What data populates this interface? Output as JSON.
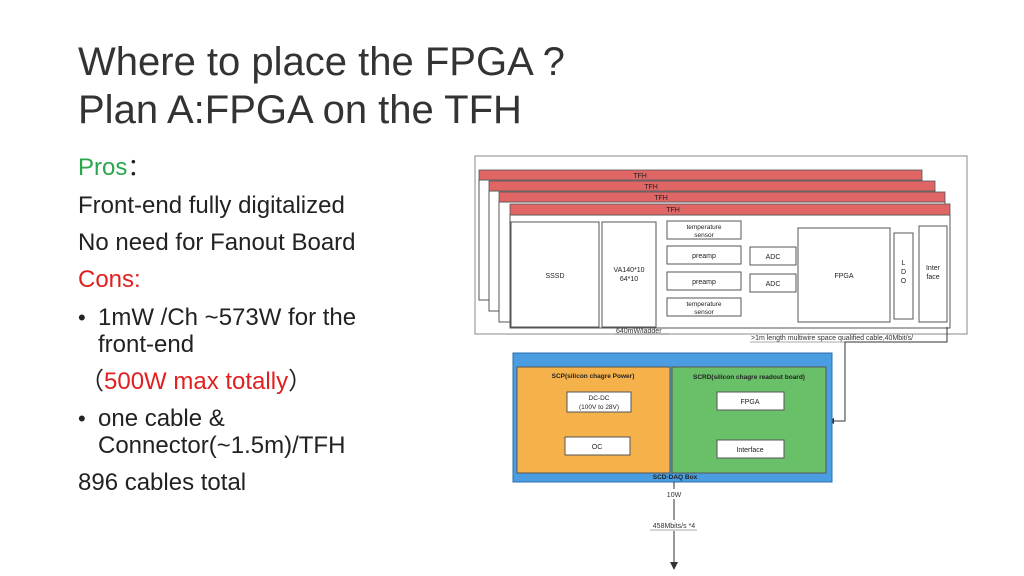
{
  "slide": {
    "title_line1": "Where to place the FPGA ?",
    "title_line2": "Plan A:FPGA on the TFH"
  },
  "content": {
    "pros_label": "Pros",
    "pros_colon": "：",
    "pros_items": [
      "Front-end fully digitalized",
      "No need for Fanout Board"
    ],
    "cons_label": "Cons:",
    "bullet1_line1": "1mW /Ch ~573W  for the",
    "bullet1_line2": "front-end",
    "paren_open": "（",
    "paren_highlight": "500W max totally",
    "paren_close": "）",
    "bullet2_line1": "one cable &",
    "bullet2_line2": "Connector(~1.5m)/TFH",
    "total": "896 cables total",
    "bullet_glyph": "•"
  },
  "diagram": {
    "tfh_labels": [
      "TFH",
      "TFH",
      "TFH",
      "TFH"
    ],
    "sssd": "SSSD",
    "va_line1": "VA140*10",
    "va_line2": "64*10",
    "temp_sensor_line1": "temperature",
    "temp_sensor_line2": "sensor",
    "preamp": "preamp",
    "adc": "ADC",
    "fpga": "FPGA",
    "ldo": [
      "L",
      "D",
      "O"
    ],
    "interface_line1": "Inter",
    "interface_line2": "face",
    "power_label": "640mW/ladder",
    "cable_label": ">1m length multiwire space qualified cable,40Mbit/s/",
    "scp_title": "SCP(silicon chagre Power)",
    "dcdc_line1": "DC-DC",
    "dcdc_line2": "(100V to 28V)",
    "oc": "OC",
    "scrd_title": "SCRD(silicon chagre readout board)",
    "scrd_fpga": "FPGA",
    "scrd_interface": "Interface",
    "daq_box": "SCD-DAQ Box",
    "power_10w": "10W",
    "bandwidth": "458Mbits/s *4",
    "colors": {
      "tfh_red": "#e06666",
      "daq_blue": "#4a9de0",
      "scp_orange": "#f5b14a",
      "scrd_green": "#6abf69"
    }
  }
}
